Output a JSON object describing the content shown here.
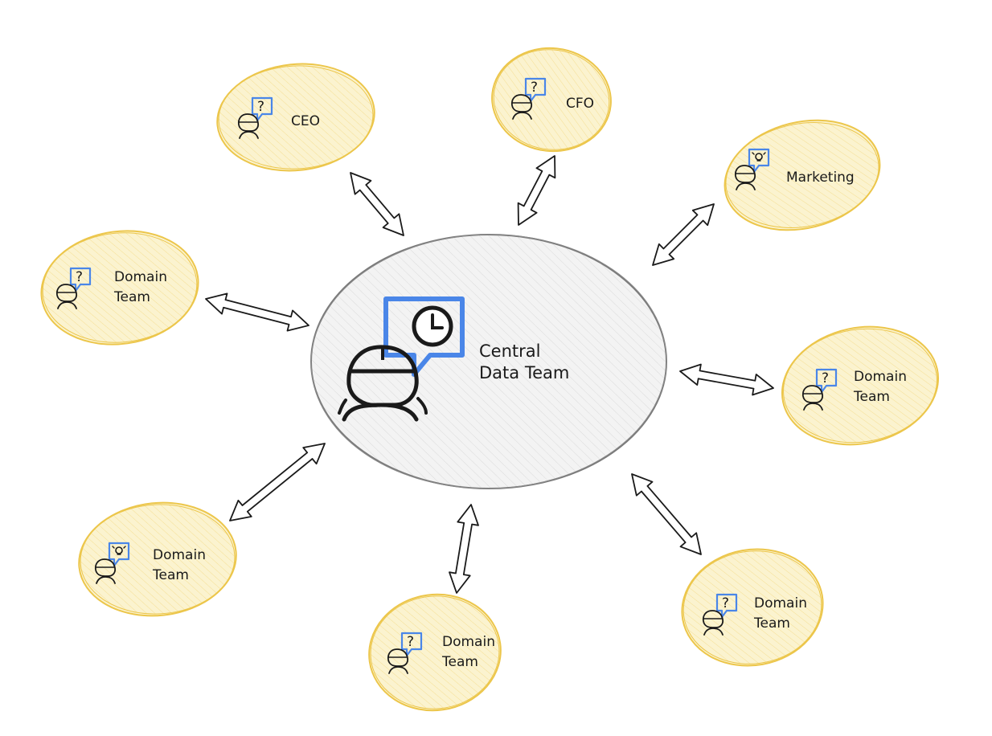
{
  "center": {
    "label_lines": [
      "Central",
      "Data Team"
    ],
    "icon": "person-clock-speech-icon",
    "fill": "#f3f3f3",
    "stroke": "#7a7a7a"
  },
  "stakeholders": [
    {
      "id": "ceo",
      "label_lines": [
        "CEO"
      ],
      "bubble_icon": "question-icon"
    },
    {
      "id": "cfo",
      "label_lines": [
        "CFO"
      ],
      "bubble_icon": "question-icon"
    },
    {
      "id": "marketing",
      "label_lines": [
        "Marketing"
      ],
      "bubble_icon": "lightbulb-icon"
    },
    {
      "id": "domain-left",
      "label_lines": [
        "Domain",
        "Team"
      ],
      "bubble_icon": "question-icon"
    },
    {
      "id": "domain-right",
      "label_lines": [
        "Domain",
        "Team"
      ],
      "bubble_icon": "question-icon"
    },
    {
      "id": "domain-bottom-left",
      "label_lines": [
        "Domain",
        "Team"
      ],
      "bubble_icon": "lightbulb-icon"
    },
    {
      "id": "domain-bottom",
      "label_lines": [
        "Domain",
        "Team"
      ],
      "bubble_icon": "question-icon"
    },
    {
      "id": "domain-bottom-right",
      "label_lines": [
        "Domain",
        "Team"
      ],
      "bubble_icon": "question-icon"
    }
  ],
  "colors": {
    "stakeholder_fill": "#fbf3cf",
    "stakeholder_stroke": "#ecc64b",
    "bubble_blue": "#4a86e8",
    "ink": "#1a1a1a"
  },
  "arrow_icon": "double-arrow-icon"
}
